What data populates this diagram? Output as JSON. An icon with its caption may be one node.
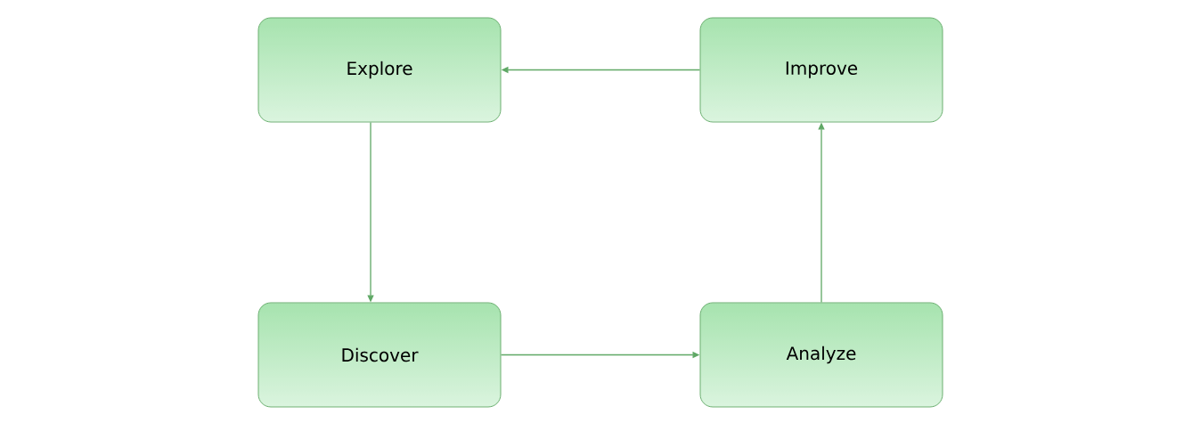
{
  "diagram": {
    "nodes": [
      {
        "text": [
          "Explore"
        ]
      },
      {
        "text": [
          "Improve"
        ]
      },
      {
        "text": [
          "Discover"
        ]
      },
      {
        "text": [
          "Analyze"
        ]
      }
    ],
    "edges": [
      {
        "from": 1,
        "to": 0,
        "arrow": "to"
      },
      {
        "from": 0,
        "to": 2,
        "arrow": "to"
      },
      {
        "from": 2,
        "to": 3,
        "arrow": "to"
      },
      {
        "from": 3,
        "to": 1,
        "arrow": "to"
      }
    ]
  }
}
